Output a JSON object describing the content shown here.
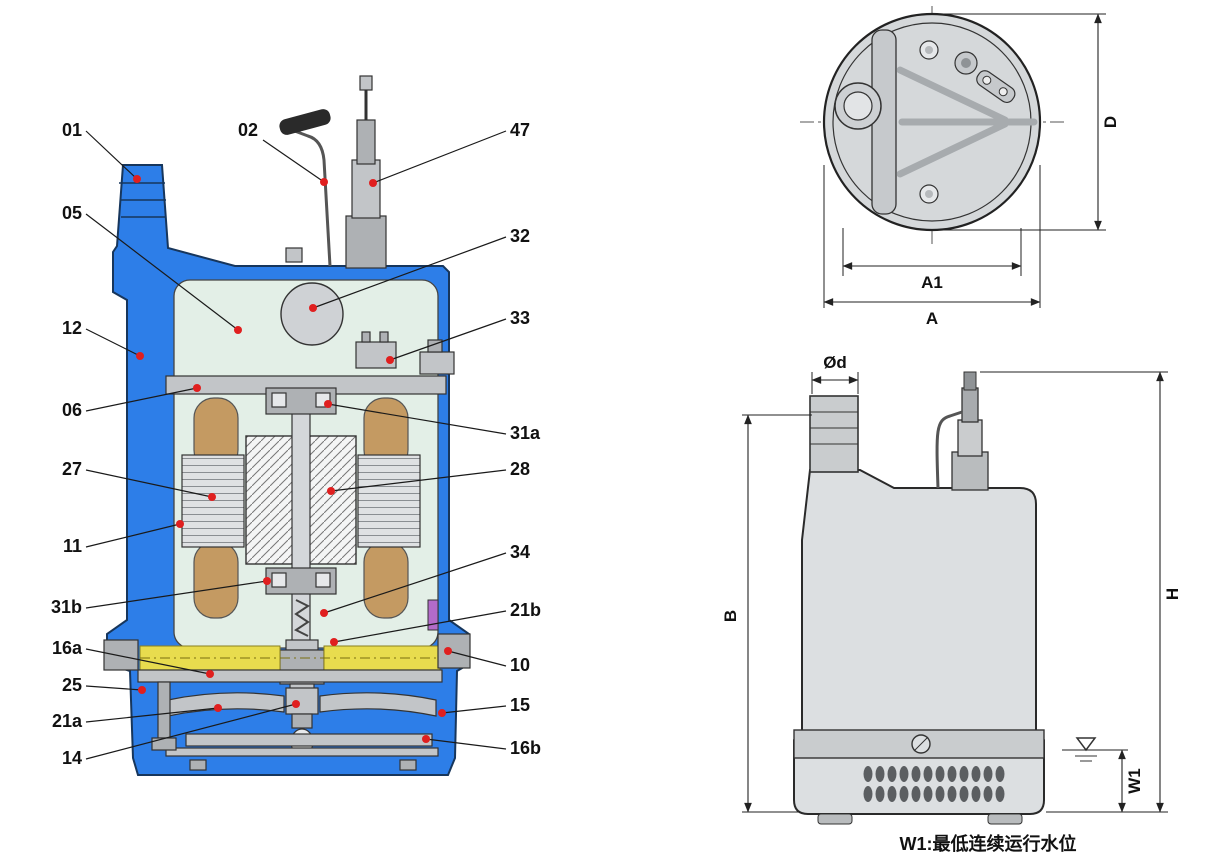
{
  "figure": {
    "type": "submersible-pump-technical-diagram",
    "caption": "W1:最低连续运行水位"
  },
  "colors": {
    "casing_blue": "#2d7ee8",
    "leader_red": "#e01f1f",
    "chamber_mint": "#e3efe7",
    "metal_gray": "#c2c5c8",
    "stator_tan": "#c49a62",
    "oil_yellow": "#e8dc4e",
    "seal_purple": "#b36bc9"
  },
  "callouts": {
    "01": "01",
    "02": "02",
    "47": "47",
    "05": "05",
    "32": "32",
    "33": "33",
    "12": "12",
    "06": "06",
    "31a": "31a",
    "27": "27",
    "28": "28",
    "11": "11",
    "31b": "31b",
    "34": "34",
    "16a": "16a",
    "21b": "21b",
    "25": "25",
    "10": "10",
    "21a": "21a",
    "15": "15",
    "14": "14",
    "16b": "16b"
  },
  "dims": {
    "D": "D",
    "A1": "A1",
    "A": "A",
    "od": "Ød",
    "B": "B",
    "H": "H",
    "W1": "W1"
  }
}
